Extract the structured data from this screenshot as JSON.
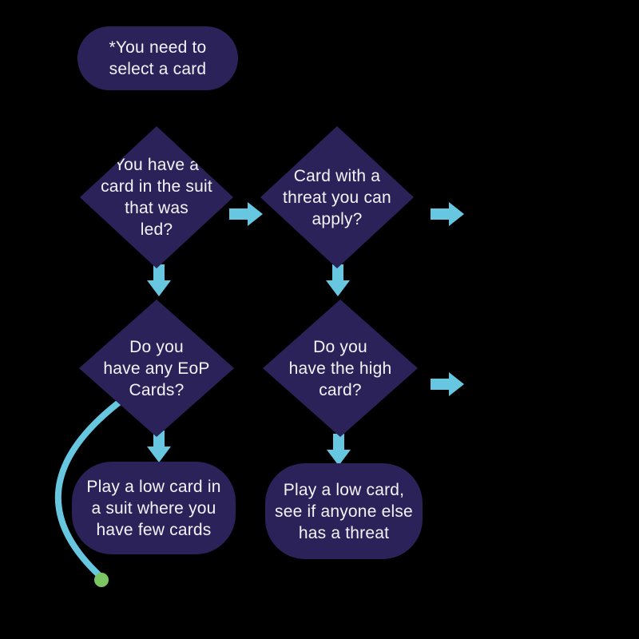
{
  "colors": {
    "background": "#000000",
    "node_fill": "#2B2259",
    "connector": "#67C7E0",
    "endpoint_dot": "#7CC563",
    "text": "#F5F2F8"
  },
  "nodes": {
    "start": {
      "type": "terminator",
      "lines": [
        "*You need to",
        "select a card"
      ]
    },
    "suit_led": {
      "type": "decision",
      "lines": [
        "You have a",
        "card in the suit",
        "that was",
        "led?"
      ]
    },
    "threat_apply": {
      "type": "decision",
      "lines": [
        "Card with a",
        "threat you can",
        "apply?"
      ]
    },
    "eop_cards": {
      "type": "decision",
      "lines": [
        "Do you",
        "have any EoP",
        "Cards?"
      ]
    },
    "high_card": {
      "type": "decision",
      "lines": [
        "Do you",
        "have the high",
        "card?"
      ]
    },
    "play_low_few": {
      "type": "action",
      "lines": [
        "Play a low card in",
        "a suit where you",
        "have few cards"
      ]
    },
    "play_low_threat": {
      "type": "action",
      "lines": [
        "Play a low card,",
        "see if anyone else",
        "has a threat"
      ]
    }
  },
  "edges": [
    {
      "from": "suit_led",
      "to": "threat_apply",
      "type": "arrow-right"
    },
    {
      "from": "threat_apply",
      "to": "offscreen-right",
      "type": "arrow-right"
    },
    {
      "from": "suit_led",
      "to": "eop_cards",
      "type": "arrow-down"
    },
    {
      "from": "threat_apply",
      "to": "high_card",
      "type": "arrow-down"
    },
    {
      "from": "high_card",
      "to": "offscreen-right",
      "type": "arrow-right"
    },
    {
      "from": "eop_cards",
      "to": "play_low_few",
      "type": "arrow-down"
    },
    {
      "from": "high_card",
      "to": "play_low_threat",
      "type": "arrow-down"
    },
    {
      "from": "eop_cards",
      "to": "endpoint-dot",
      "type": "curved-line"
    }
  ]
}
